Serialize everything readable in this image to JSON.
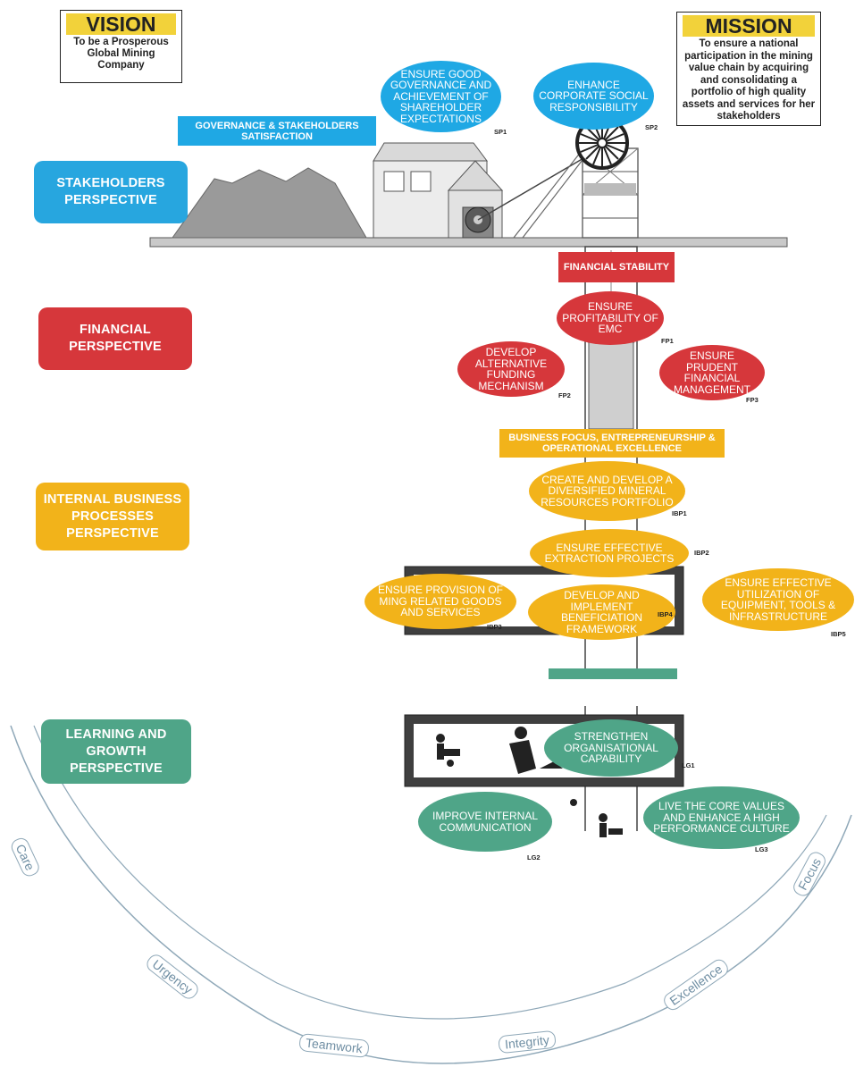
{
  "vision": {
    "title": "VISION",
    "text": "To be a Prosperous Global Mining Company"
  },
  "mission": {
    "title": "MISSION",
    "text": "To ensure a national participation in the mining value chain by acquiring and consolidating a portfolio of high quality assets and services for her stakeholders"
  },
  "perspectives": {
    "stakeholders": "STAKEHOLDERS PERSPECTIVE",
    "financial": "FINANCIAL PERSPECTIVE",
    "internal": "INTERNAL BUSINESS PROCESSES PERSPECTIVE",
    "learning": "LEARNING AND GROWTH PERSPECTIVE"
  },
  "banners": {
    "governance": "GOVERNANCE & STAKEHOLDERS SATISFACTION",
    "financial_stability": "FINANCIAL STABILITY",
    "business_focus": "BUSINESS FOCUS, ENTREPRENEURSHIP & OPERATIONAL EXCELLENCE"
  },
  "objectives": {
    "sp1": {
      "text": "ENSURE GOOD GOVERNANCE AND ACHIEVEMENT OF SHAREHOLDER EXPECTATIONS",
      "code": "SP1"
    },
    "sp2": {
      "text": "ENHANCE CORPORATE SOCIAL RESPONSIBILITY",
      "code": "SP2"
    },
    "fp1": {
      "text": "ENSURE PROFITABILITY OF EMC",
      "code": "FP1"
    },
    "fp2": {
      "text": "DEVELOP ALTERNATIVE FUNDING MECHANISM",
      "code": "FP2"
    },
    "fp3": {
      "text": "ENSURE PRUDENT FINANCIAL MANAGEMENT",
      "code": "FP3"
    },
    "ibp1": {
      "text": "CREATE AND DEVELOP A DIVERSIFIED MINERAL RESOURCES PORTFOLIO",
      "code": "IBP1"
    },
    "ibp2": {
      "text": "ENSURE EFFECTIVE EXTRACTION PROJECTS",
      "code": "IBP2"
    },
    "ibp3": {
      "text": "ENSURE PROVISION OF MING RELATED GOODS AND SERVICES",
      "code": "IBP3"
    },
    "ibp4": {
      "text": "DEVELOP AND IMPLEMENT BENEFICIATION FRAMEWORK",
      "code": "IBP4"
    },
    "ibp5": {
      "text": "ENSURE EFFECTIVE UTILIZATION OF EQUIPMENT, TOOLS & INFRASTRUCTURE",
      "code": "IBP5"
    },
    "lg1": {
      "text": "STRENGTHEN ORGANISATIONAL CAPABILITY",
      "code": "LG1"
    },
    "lg2": {
      "text": "IMPROVE INTERNAL COMMUNICATION",
      "code": "LG2"
    },
    "lg3": {
      "text": "LIVE THE CORE VALUES AND ENHANCE A HIGH PERFORMANCE CULTURE",
      "code": "LG3"
    }
  },
  "values": {
    "care": "Care",
    "urgency": "Urgency",
    "teamwork": "Teamwork",
    "integrity": "Integrity",
    "excellence": "Excellence",
    "focus": "Focus"
  },
  "colors": {
    "blue": "#27a6df",
    "red": "#d6373b",
    "yellow": "#f2b31a",
    "green": "#4fa588",
    "arc": "#8fa8b8"
  }
}
